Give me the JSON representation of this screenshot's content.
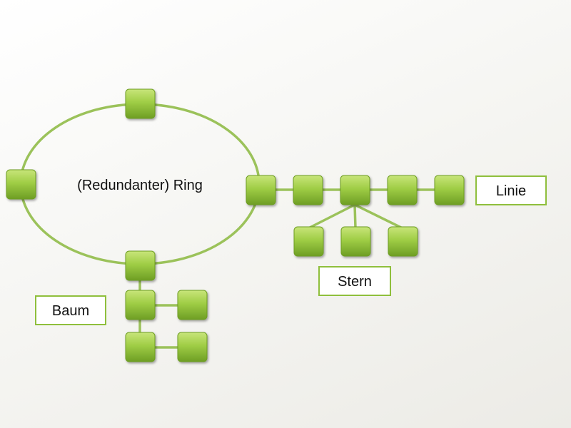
{
  "diagram": {
    "ring_label": "(Redundanter) Ring",
    "labels": {
      "linie": "Linie",
      "stern": "Stern",
      "baum": "Baum"
    }
  },
  "colors": {
    "node_light": "#b9dc6a",
    "node_mid": "#8fbf3c",
    "node_dark": "#5f8f1f",
    "line": "#9bc25a",
    "label_border": "#8fbf3c"
  }
}
